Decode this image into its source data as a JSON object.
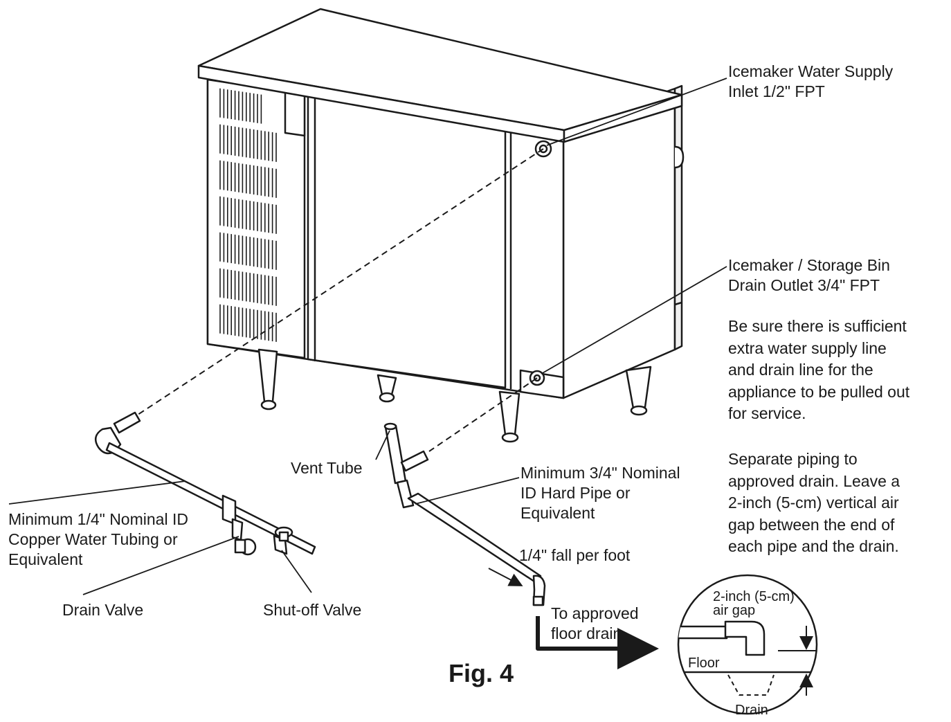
{
  "diagram": {
    "labels": {
      "water_inlet": [
        "Icemaker Water Supply",
        "Inlet 1/2\" FPT"
      ],
      "drain_outlet": [
        "Icemaker / Storage Bin",
        "Drain Outlet 3/4\" FPT"
      ],
      "service_note": [
        "Be sure there is sufficient",
        "extra water supply line",
        "and drain line for the",
        "appliance to be pulled out",
        "for service."
      ],
      "drain_note": [
        "Separate piping to",
        "approved drain. Leave a",
        "2-inch (5-cm) vertical air",
        "gap between the end of",
        "each pipe and the drain."
      ],
      "vent_tube": "Vent Tube",
      "hard_pipe": [
        "Minimum 3/4\" Nominal",
        "ID Hard Pipe or",
        "Equivalent"
      ],
      "fall": "1/4\" fall per foot",
      "floor_drain": [
        "To approved",
        "floor drain"
      ],
      "copper": [
        "Minimum 1/4\" Nominal ID",
        "Copper Water Tubing or",
        "Equivalent"
      ],
      "drain_valve": "Drain Valve",
      "shutoff_valve": "Shut-off Valve",
      "figure": "Fig. 4",
      "inset_air_gap": [
        "2-inch (5-cm)",
        "air gap"
      ],
      "inset_floor": "Floor",
      "inset_drain": "Drain"
    },
    "colors": {
      "line": "#1a1a1a",
      "fill": "#ffffff",
      "shade": "#e6e6e6"
    }
  }
}
